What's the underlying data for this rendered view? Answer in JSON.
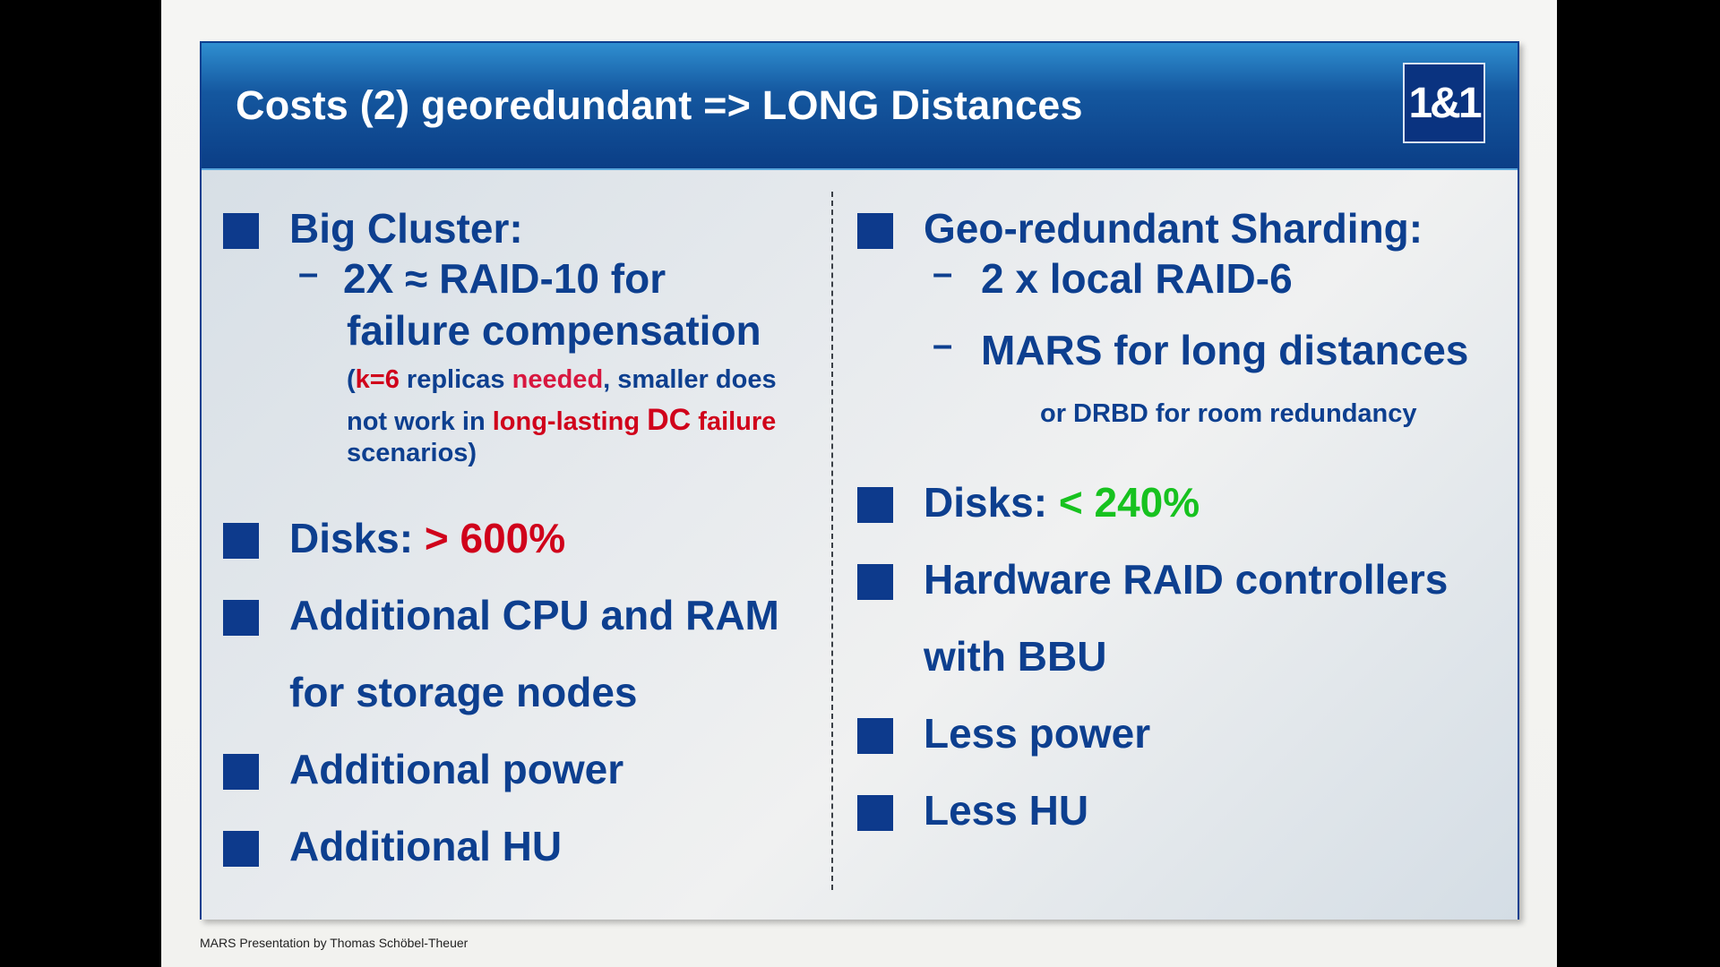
{
  "slide": {
    "title": "Costs (2) georedundant => LONG Distances",
    "logo": "1&1",
    "footer": "MARS Presentation by Thomas Schöbel-Theuer"
  },
  "left": {
    "big_cluster": "Big Cluster:",
    "raid_line1": "2X ≈ RAID-10 for",
    "raid_line2": "failure compensation",
    "note": {
      "p1": "(",
      "k": "k=6",
      "p2": " replicas ",
      "needed": "needed",
      "p3": ", smaller does",
      "p4": "not work in ",
      "long_lasting": "long-lasting",
      "p5": " ",
      "dc": "DC",
      "p6": " ",
      "failure": "failure",
      "p7": "scenarios)"
    },
    "disks_label": "Disks: ",
    "disks_value": "> 600%",
    "cpu_line1": "Additional CPU and RAM",
    "cpu_line2": "for storage nodes",
    "power": "Additional power",
    "hu": "Additional HU"
  },
  "right": {
    "sharding": "Geo-redundant Sharding:",
    "raid6": "2 x local RAID-6",
    "mars": "MARS for long distances",
    "drbd": "or DRBD for room redundancy",
    "disks_label": "Disks: ",
    "disks_value": "< 240%",
    "hw_line1": "Hardware RAID controllers",
    "hw_line2": "with BBU",
    "power": "Less power",
    "hu": "Less HU"
  },
  "sub_dash": "–",
  "colors": {
    "text_blue": "#0d3f8f",
    "bullet_blue": "#0d3a8c",
    "red": "#d0021b",
    "green": "#17c21f",
    "header_blue": "#0b3e86"
  }
}
